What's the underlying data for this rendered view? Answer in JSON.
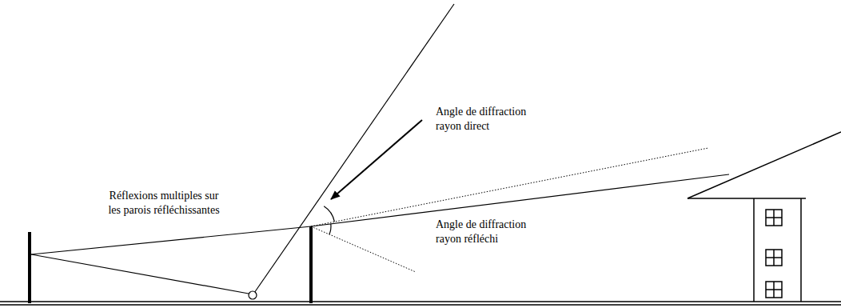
{
  "diagram": {
    "labels": [
      "Réflexions multiples sur les parois réfléchissantes",
      "Angle de diffraction rayon direct",
      "Angle de diffraction rayon réfléchi"
    ]
  }
}
